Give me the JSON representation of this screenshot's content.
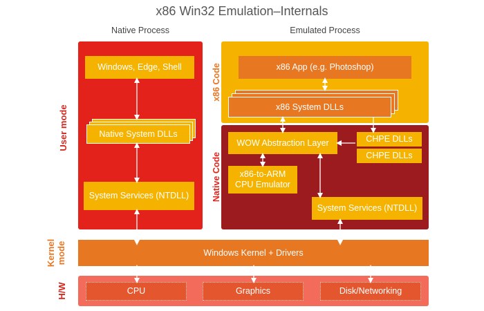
{
  "title": "x86 Win32 Emulation–Internals",
  "headers": {
    "native": "Native Process",
    "emulated": "Emulated Process"
  },
  "side_labels": {
    "user_mode": "User mode",
    "kernel_mode_1": "Kernel",
    "kernel_mode_2": "mode",
    "hw": "H/W"
  },
  "region_labels": {
    "x86_code": "x86 Code",
    "native_code": "Native Code"
  },
  "native": {
    "shell": "Windows, Edge, Shell",
    "dlls": "Native System DLLs",
    "services": "System Services (NTDLL)"
  },
  "emulated": {
    "app": "x86 App (e.g. Photoshop)",
    "dlls": "x86 System DLLs",
    "wow": "WOW Abstraction Layer",
    "chpe_1": "CHPE DLLs",
    "chpe_2": "CHPE DLLs",
    "emulator_1": "x86-to-ARM",
    "emulator_2": "CPU Emulator",
    "services": "System Services (NTDLL)"
  },
  "kernel": "Windows Kernel + Drivers",
  "hw": {
    "cpu": "CPU",
    "graphics": "Graphics",
    "disk": "Disk/Networking"
  },
  "colors": {
    "native_region": "#e3221b",
    "x86_region": "#f5b300",
    "native_code_region": "#9b1b1f",
    "box_yellow": "#f5b300",
    "box_orange": "#e87722",
    "hw_band": "#f26b5b",
    "label_red": "#d4281e",
    "label_orange": "#e87722",
    "arrow": "#ffffff"
  }
}
